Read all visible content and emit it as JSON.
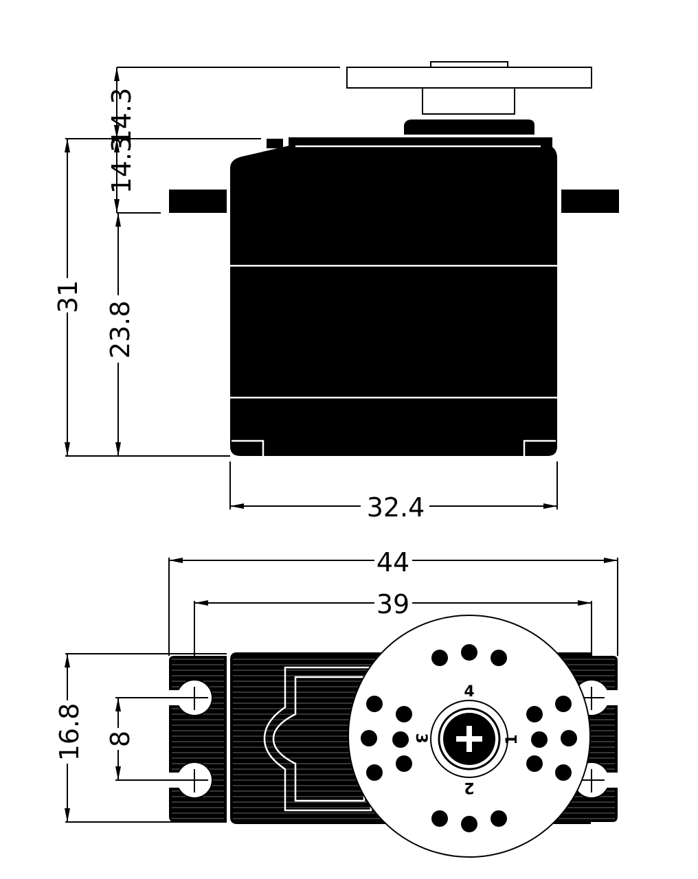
{
  "dimensions": {
    "horn_height": "14.3",
    "body_to_mount": "14.3",
    "total_height": "31",
    "mount_to_bottom": "23.8",
    "body_width": "32.4",
    "overall_length": "44",
    "hole_spacing": "39",
    "tab_width": "16.8",
    "hole_pitch": "8"
  },
  "horn_labels": {
    "top": "4",
    "left": "3",
    "right": "1",
    "bottom": "2"
  }
}
